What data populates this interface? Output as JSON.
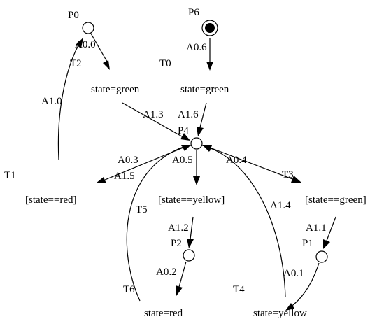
{
  "places": {
    "p0": "P0",
    "p6": "P6",
    "p4": "P4",
    "p2": "P2",
    "p1": "P1"
  },
  "transitions": {
    "t0": "T0",
    "t1": "T1",
    "t2": "T2",
    "t3": "T3",
    "t4": "T4",
    "t5": "T5",
    "t6": "T6"
  },
  "transition_labels": {
    "t2": "state=green",
    "t0": "state=green",
    "t1": "[state==red]",
    "t5": "[state==yellow]",
    "t3": "[state==green]",
    "t6": "state=red",
    "t4": "state=yellow"
  },
  "arcs": {
    "a00": "A0.0",
    "a06": "A0.6",
    "a10": "A1.0",
    "a13": "A1.3",
    "a16": "A1.6",
    "a03": "A0.3",
    "a15": "A1.5",
    "a05": "A0.5",
    "a04": "A0.4",
    "a12": "A1.2",
    "a02": "A0.2",
    "a14": "A1.4",
    "a11": "A1.1",
    "a01": "A0.1"
  },
  "colors": {
    "ink": "#000000",
    "background": "#ffffff"
  }
}
